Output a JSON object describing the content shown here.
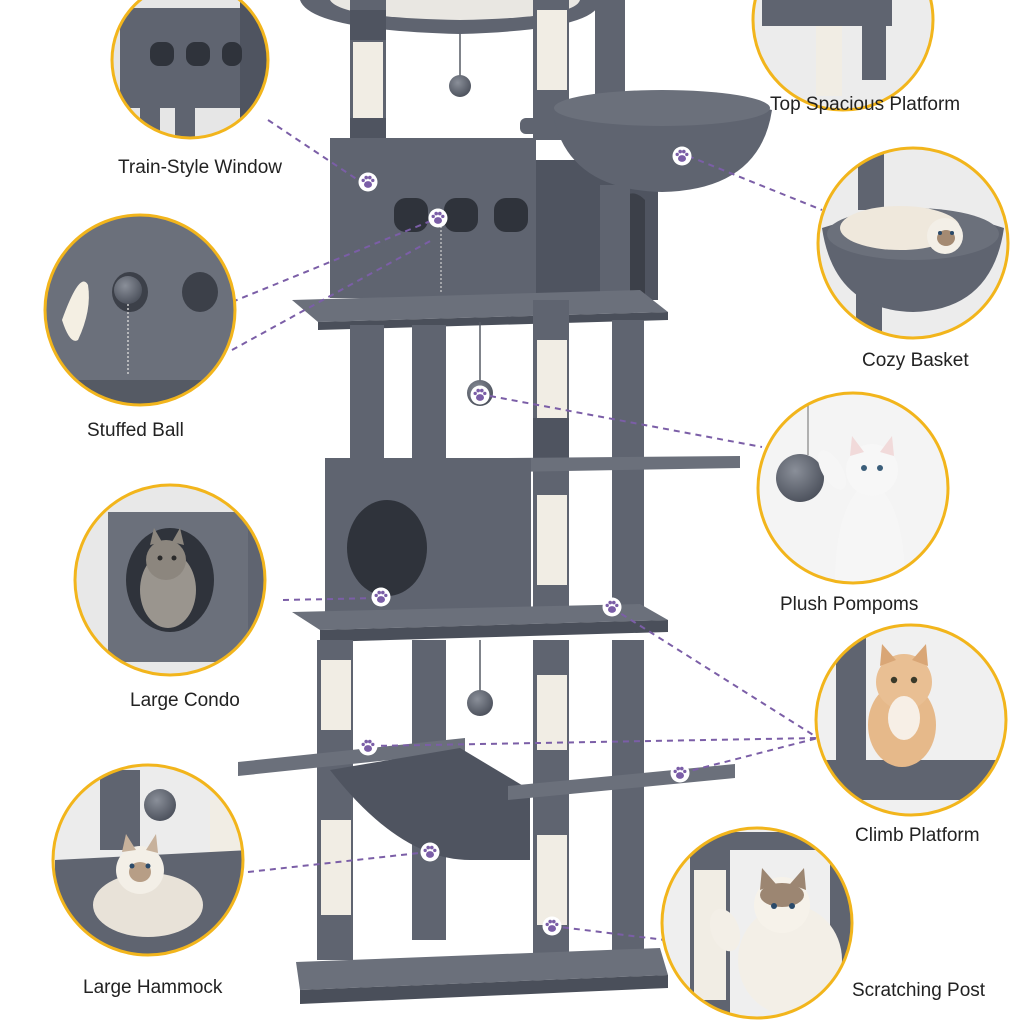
{
  "labels": {
    "train_window": "Train-Style Window",
    "top_platform": "Top Spacious Platform",
    "stuffed_ball": "Stuffed Ball",
    "cozy_basket": "Cozy Basket",
    "plush_pompoms": "Plush Pompoms",
    "large_condo": "Large Condo",
    "climb_platform": "Climb Platform",
    "large_hammock": "Large Hammock",
    "scratching_post": "Scratching Post"
  },
  "colors": {
    "plush_gray": "#5f6470",
    "plush_dark": "#4a4f5a",
    "plush_light": "#7a7f8a",
    "sisal": "#f1ede4",
    "callout_ring": "#f2b51c",
    "leader_line": "#7b5ea7",
    "paw": "#7b5ea7"
  },
  "icons": [
    "paw-icon",
    "pompom-ball"
  ]
}
